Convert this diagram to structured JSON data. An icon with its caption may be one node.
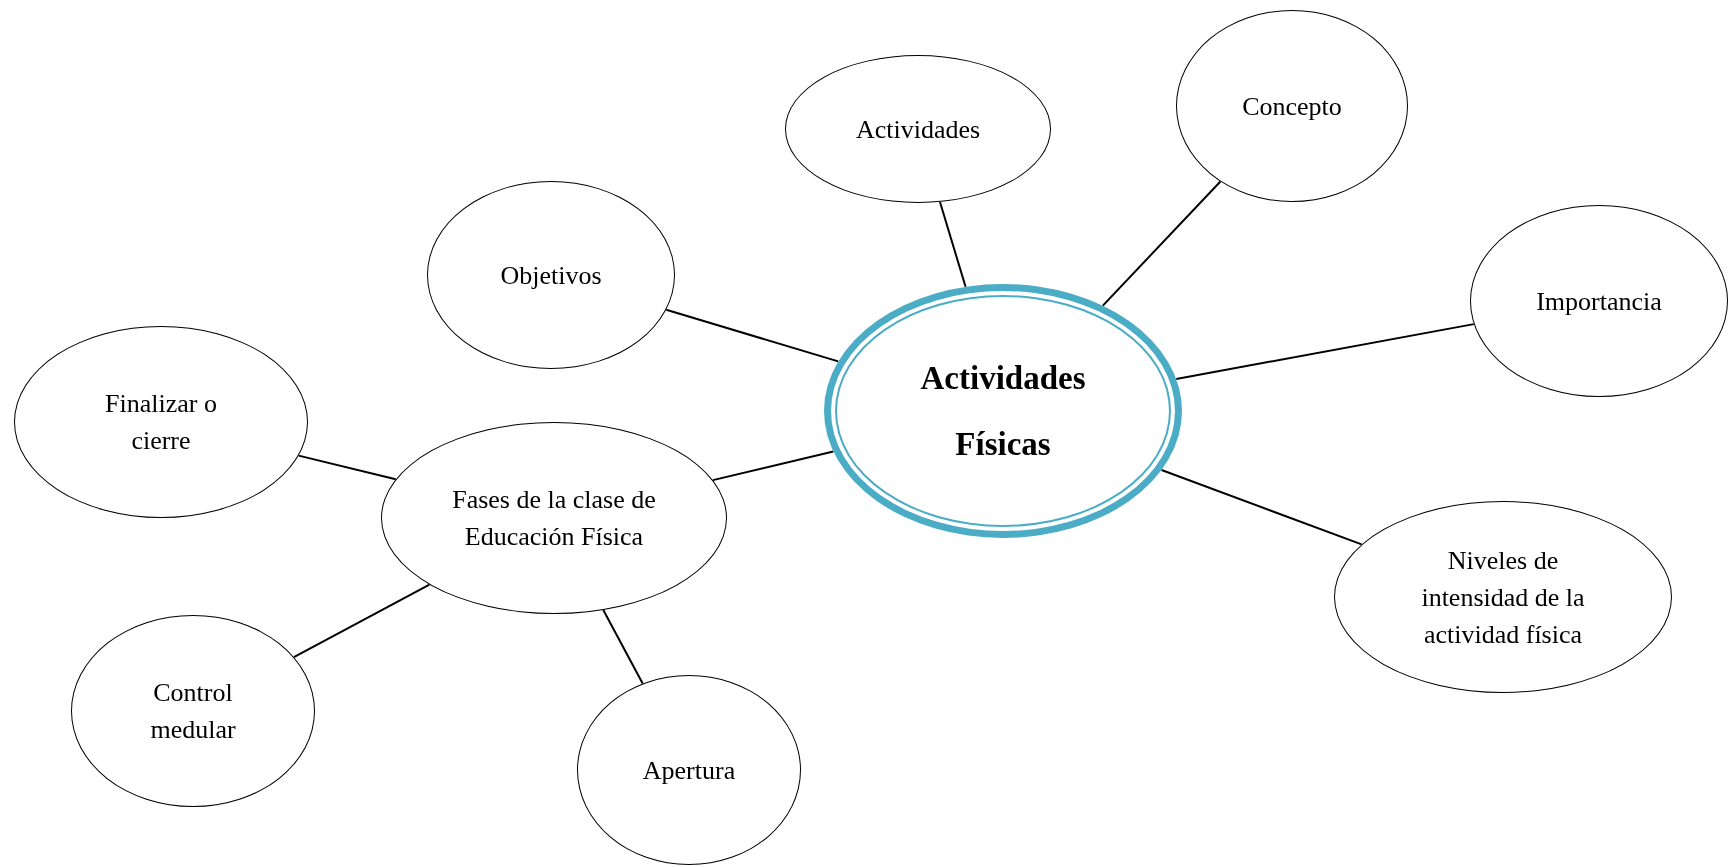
{
  "diagram": {
    "nodes": [
      {
        "text": [
          "Actividades"
        ]
      },
      {
        "text": [
          "Concepto"
        ]
      },
      {
        "text": [
          "Objetivos"
        ]
      },
      {
        "text": [
          "Importancia"
        ]
      },
      {
        "text": [
          "Actividades Físicas"
        ]
      },
      {
        "text": [
          "Finalizar o cierre"
        ]
      },
      {
        "text": [
          "Fases de la clase de Educación Física"
        ]
      },
      {
        "text": [
          "Niveles de intensidad de la actividad física"
        ]
      },
      {
        "text": [
          "Control medular"
        ]
      },
      {
        "text": [
          "Apertura"
        ]
      }
    ],
    "edges": [
      {
        "from": 4,
        "to": 0,
        "arrow": "none"
      },
      {
        "from": 4,
        "to": 1,
        "arrow": "none"
      },
      {
        "from": 4,
        "to": 2,
        "arrow": "none"
      },
      {
        "from": 4,
        "to": 3,
        "arrow": "none"
      },
      {
        "from": 4,
        "to": 6,
        "arrow": "none"
      },
      {
        "from": 4,
        "to": 7,
        "arrow": "none"
      },
      {
        "from": 6,
        "to": 5,
        "arrow": "none"
      },
      {
        "from": 6,
        "to": 8,
        "arrow": "none"
      },
      {
        "from": 6,
        "to": 9,
        "arrow": "none"
      }
    ]
  }
}
